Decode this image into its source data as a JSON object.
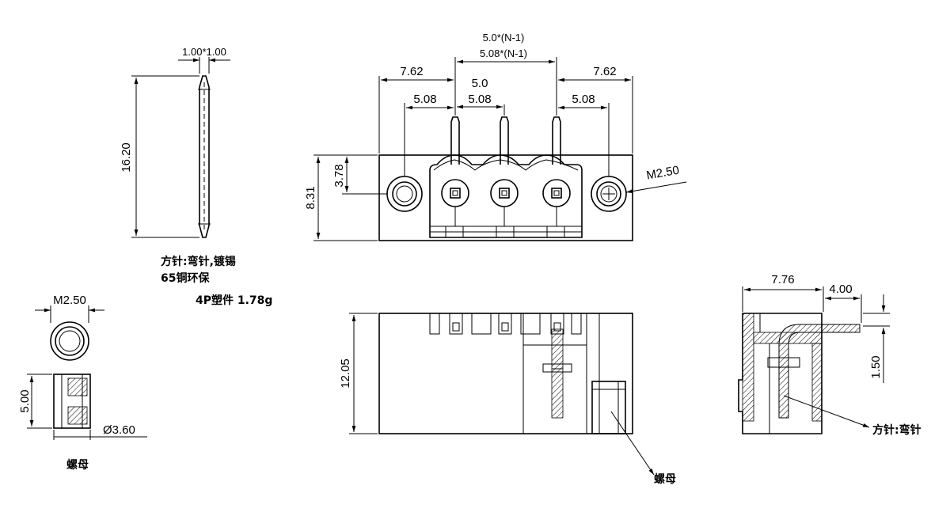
{
  "pin_view": {
    "width_dim": "1.00*1.00",
    "length_dim": "16.20"
  },
  "notes": {
    "line1": "方针:弯针,镀锡",
    "line2": "65铜环保",
    "line3": "4P塑件 1.78g"
  },
  "nut_view": {
    "thread_dim": "M2.50",
    "height_dim": "5.00",
    "dia_dim": "Ø3.60",
    "label": "螺母"
  },
  "front_view": {
    "pitch_top1": "5.0*(N-1)",
    "pitch_top2": "5.08*(N-1)",
    "left_offset": "7.62",
    "right_offset": "7.62",
    "pitch_a": "5.0",
    "pitch_b": "5.08",
    "left_pitch": "5.08",
    "right_pitch": "5.08",
    "hole_height": "3.78",
    "body_height": "8.31",
    "screw_dim": "M2.50"
  },
  "bottom_view": {
    "height_dim": "12.05",
    "label": "螺母"
  },
  "side_view": {
    "width_dim": "7.76",
    "offset_dim": "4.00",
    "height_dim": "1.50",
    "label": "方针:弯针"
  }
}
